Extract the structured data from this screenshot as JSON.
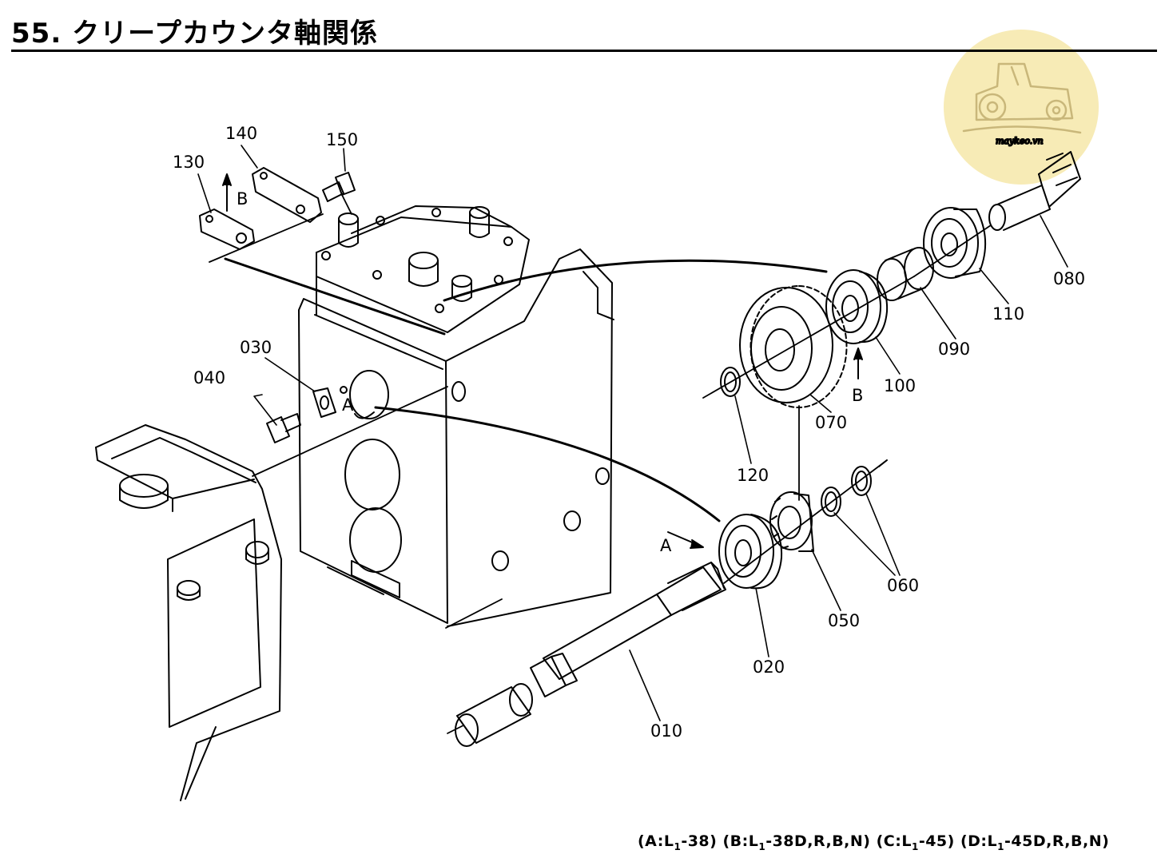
{
  "title": "55. クリープカウンタ軸関係",
  "watermark": {
    "text": "maykeo.vn",
    "color": "#f7e9b0"
  },
  "labels": {
    "p010": "010",
    "p020": "020",
    "p030": "030",
    "p040": "040",
    "p050": "050",
    "p060": "060",
    "p070": "070",
    "p080": "080",
    "p090": "090",
    "p100": "100",
    "p110": "110",
    "p120": "120",
    "p130": "130",
    "p140": "140",
    "p150": "150"
  },
  "arrows": {
    "a1": "A",
    "a2": "A",
    "b1": "B",
    "b2": "B"
  },
  "footer": {
    "a_pre": "(A:L",
    "a_sub": "1",
    "a_post": "-38)",
    "b_pre": "(B:L",
    "b_sub": "1",
    "b_post": "-38D,R,B,N)",
    "c_pre": "(C:L",
    "c_sub": "1",
    "c_post": "-45)",
    "d_pre": "(D:L",
    "d_sub": "1",
    "d_post": "-45D,R,B,N)"
  }
}
